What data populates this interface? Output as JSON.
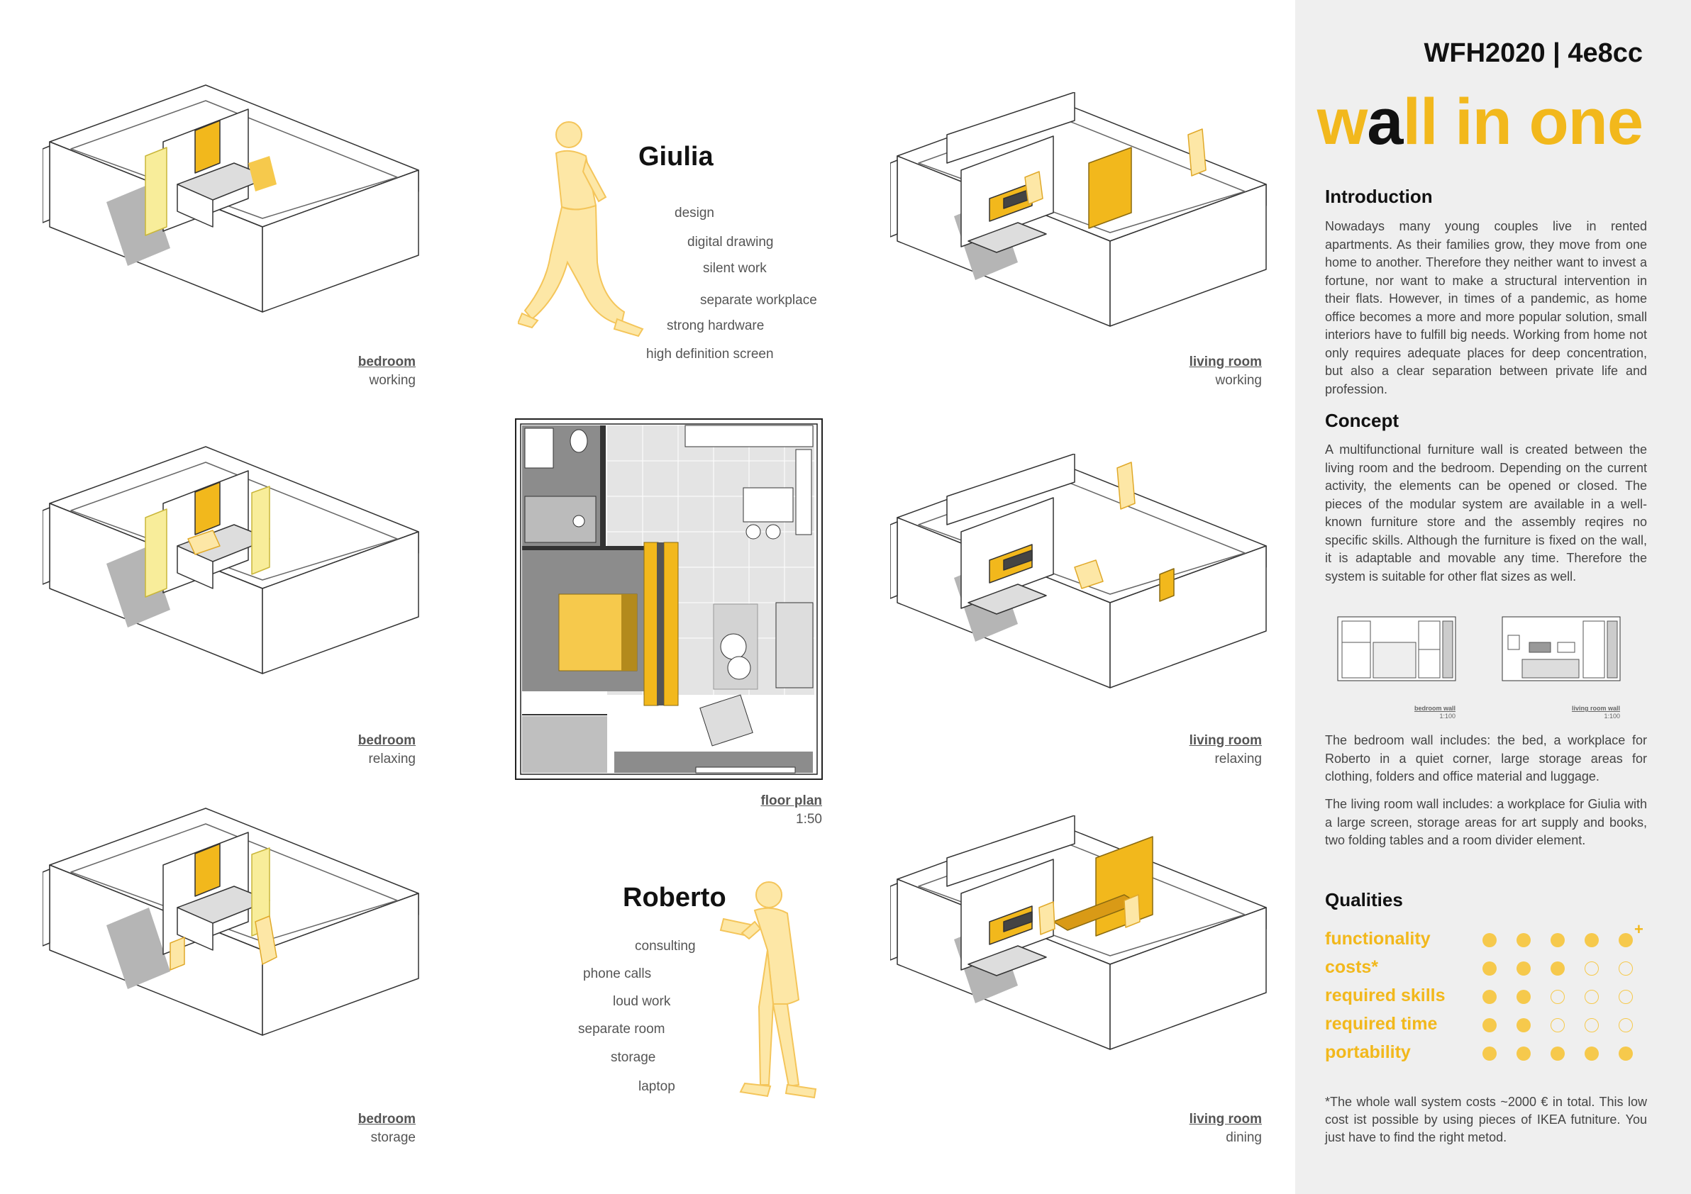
{
  "header": {
    "brand": "WFH2020 | 4e8cc",
    "title_a": "w",
    "title_b": "a",
    "title_c": "ll in one"
  },
  "sections": {
    "introduction": {
      "heading": "Introduction",
      "text": "Nowadays many young couples live in rented apartments. As their families grow, they move from one home to another. Therefore they neither want to invest a fortune, nor want to make a structural intervention in their flats. However, in times of a pandemic, as home office becomes a more and more popular solution, small interiors have to fulfill big needs. Working from home not only requires adequate places for deep concentration, but also a clear separation between private life and profession."
    },
    "concept": {
      "heading": "Concept",
      "text": "A multifunctional furniture wall is created between the living room and the bedroom. Depending on the current activity, the elements can be opened or closed. The pieces of the modular system are available in a well-known furniture store and the assembly reqires no specific skills. Although the furniture is fixed on the wall, it is adaptable and movable any time. Therefore the system is suitable for other flat sizes as well."
    },
    "bedroom_wall_text": "The bedroom wall includes: the bed, a workplace for Roberto in a quiet corner, large storage areas for clothing, folders and office material and luggage.",
    "living_wall_text": "The living room wall includes: a workplace for Giulia with a large screen, storage areas for art supply and books, two folding tables and a room divider element.",
    "qualities": {
      "heading": "Qualities",
      "items": [
        {
          "label": "functionality",
          "score": 5,
          "plus": "+"
        },
        {
          "label": "costs*",
          "score": 3
        },
        {
          "label": "required skills",
          "score": 2
        },
        {
          "label": "required time",
          "score": 2
        },
        {
          "label": "portability",
          "score": 5
        }
      ]
    },
    "footnote": "*The whole wall system costs ~2000 € in total. This low cost ist possible by using pieces of IKEA futniture. You just have to find the right metod."
  },
  "elevations": [
    {
      "title": "bedroom wall",
      "scale": "1:100"
    },
    {
      "title": "living room wall",
      "scale": "1:100"
    }
  ],
  "views": {
    "bed_working": {
      "title": "bedroom",
      "subtitle": "working"
    },
    "bed_relaxing": {
      "title": "bedroom",
      "subtitle": "relaxing"
    },
    "bed_storage": {
      "title": "bedroom",
      "subtitle": "storage"
    },
    "liv_working": {
      "title": "living room",
      "subtitle": "working"
    },
    "liv_relaxing": {
      "title": "living room",
      "subtitle": "relaxing"
    },
    "liv_dining": {
      "title": "living room",
      "subtitle": "dining"
    },
    "floor_plan": {
      "title": "floor plan",
      "subtitle": "1:50"
    }
  },
  "people": {
    "giulia": {
      "name": "Giulia",
      "keywords": [
        "design",
        "digital drawing",
        "silent work",
        "separate workplace",
        "strong hardware",
        "high definition screen"
      ]
    },
    "roberto": {
      "name": "Roberto",
      "keywords": [
        "consulting",
        "phone calls",
        "loud work",
        "separate room",
        "storage",
        "laptop"
      ]
    }
  },
  "colors": {
    "accent": "#f2b81c",
    "accent_light": "#f6c94c",
    "panel": "#efefef",
    "floor_grey": "#8c8c8c"
  }
}
